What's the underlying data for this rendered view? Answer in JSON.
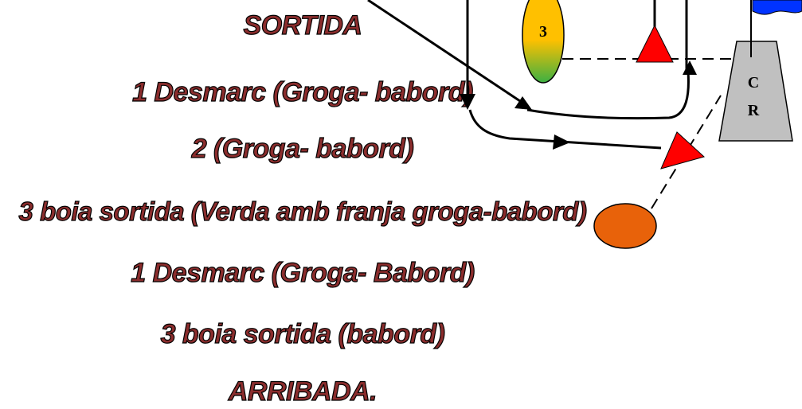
{
  "instructions": {
    "lines": [
      "SORTIDA",
      "1 Desmarc (Groga- babord)",
      "2 (Groga- babord)",
      "3 boia sortida (Verda amb franja groga-babord)",
      "1 Desmarc (Groga- Babord)",
      "3 boia sortida (babord)",
      "ARRIBADA."
    ]
  },
  "diagram": {
    "buoy_label": "3",
    "committee_boat_label_1": "C",
    "committee_boat_label_2": "R",
    "colors": {
      "text_fill": "#8b2d2d",
      "buoy_red": "#ff0000",
      "buoy_orange": "#e8620a",
      "buoy_green": "#3cb043",
      "buoy_yellow": "#ffc000",
      "committee_boat": "#c0c0c0",
      "flag": "#0033ff"
    }
  }
}
